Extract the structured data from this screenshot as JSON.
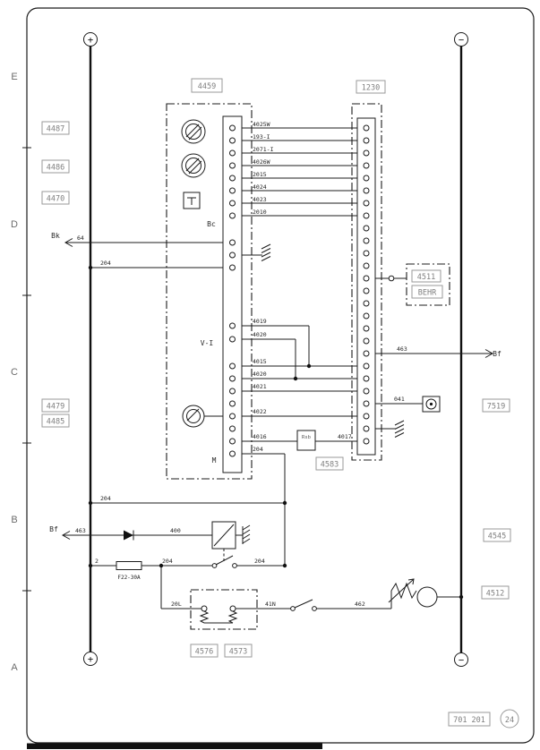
{
  "zones": [
    "E",
    "D",
    "C",
    "B",
    "A"
  ],
  "terminals": {
    "plus": "+",
    "minus": "−"
  },
  "sections": {
    "top": "Bc",
    "mid": "V-I",
    "bottom": "M"
  },
  "refs": {
    "main_unit": "4459",
    "connector": "1230",
    "left_col": [
      "4487",
      "4486",
      "4470",
      "4479",
      "4485"
    ],
    "right_col": [
      "7519",
      "4545",
      "4512"
    ],
    "behr_ref": "4511",
    "behr_name": "BEHR",
    "resistor_ref": "4583",
    "resistor_text": "Rsb",
    "sensor_left": "4576",
    "sensor_right": "4573",
    "doc_number": "701 201",
    "sheet_number": "24"
  },
  "wires": {
    "top_group": [
      "4025W",
      "193-I",
      "2071-I",
      "4026W",
      "2015",
      "4024",
      "4023",
      "2010"
    ],
    "bk_dest": "Bk",
    "n64": "64",
    "n204_top": "204",
    "n4019": "4019",
    "n4020_a": "4020",
    "n4015": "4015",
    "n4020_b": "4020",
    "n4021": "4021",
    "n4022": "4022",
    "n4016": "4016",
    "n204_m": "204",
    "bf_dest": "Bf",
    "n463": "463",
    "n041": "041",
    "n4017": "4017",
    "n204_rail": "204",
    "n400": "400",
    "n2": "2",
    "fuse": "F22-30A",
    "n204_fuse": "204",
    "n204_sw": "204",
    "n20L": "20L",
    "n41N": "41N",
    "n462": "462"
  }
}
